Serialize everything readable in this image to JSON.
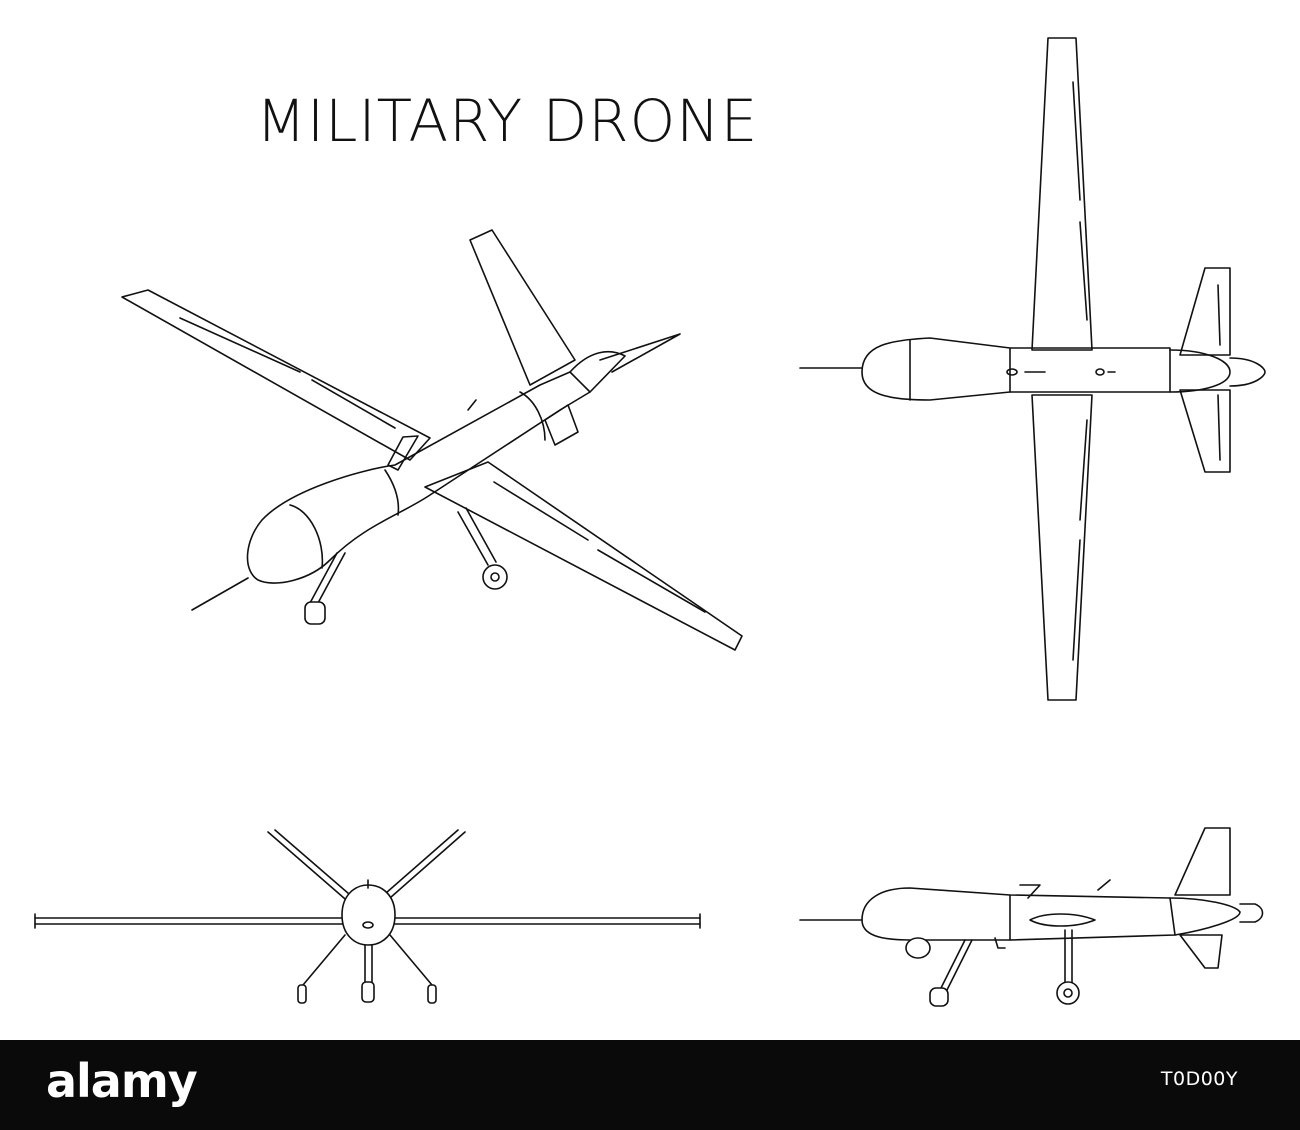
{
  "diagram": {
    "title": "MILITARY DRONE",
    "views": [
      "perspective",
      "top",
      "front",
      "side"
    ]
  },
  "footer": {
    "logo": "alamy",
    "image_code": "T0D00Y",
    "background_color": "#0a0a0a",
    "text_color": "#ffffff"
  }
}
